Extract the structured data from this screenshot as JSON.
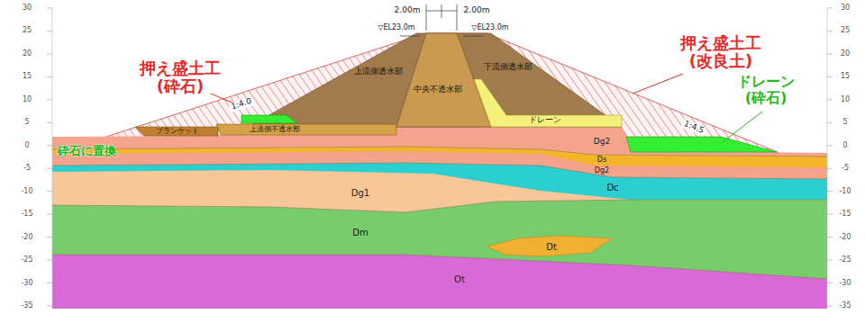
{
  "diagram": {
    "labels": [
      "押え盛土工 (砕石)",
      "押え盛土工 (改良土)",
      "ドレーン (砕石)",
      "2.00m",
      "2.00m",
      "▽EL23.0m",
      "▽EL23.0m",
      "1:4.0",
      "1:4.5",
      "上流側透水部",
      "中央不透水部",
      "下流側透水部",
      "ドレーン",
      "ブランケット",
      "上流側不透水部",
      "砕石に置換",
      "Dg2",
      "Ds",
      "Dg2",
      "Dc",
      "Dg1",
      "Dm",
      "Dt",
      "Ot",
      "30",
      "25",
      "20",
      "15",
      "10",
      "5",
      "0",
      "-5",
      "-10",
      "-15",
      "-20",
      "-25",
      "-30",
      "-35",
      "30",
      "25",
      "20",
      "15",
      "10",
      "5",
      "0",
      "-5",
      "-10",
      "-15",
      "-20",
      "-25",
      "-30",
      "-35"
    ]
  }
}
